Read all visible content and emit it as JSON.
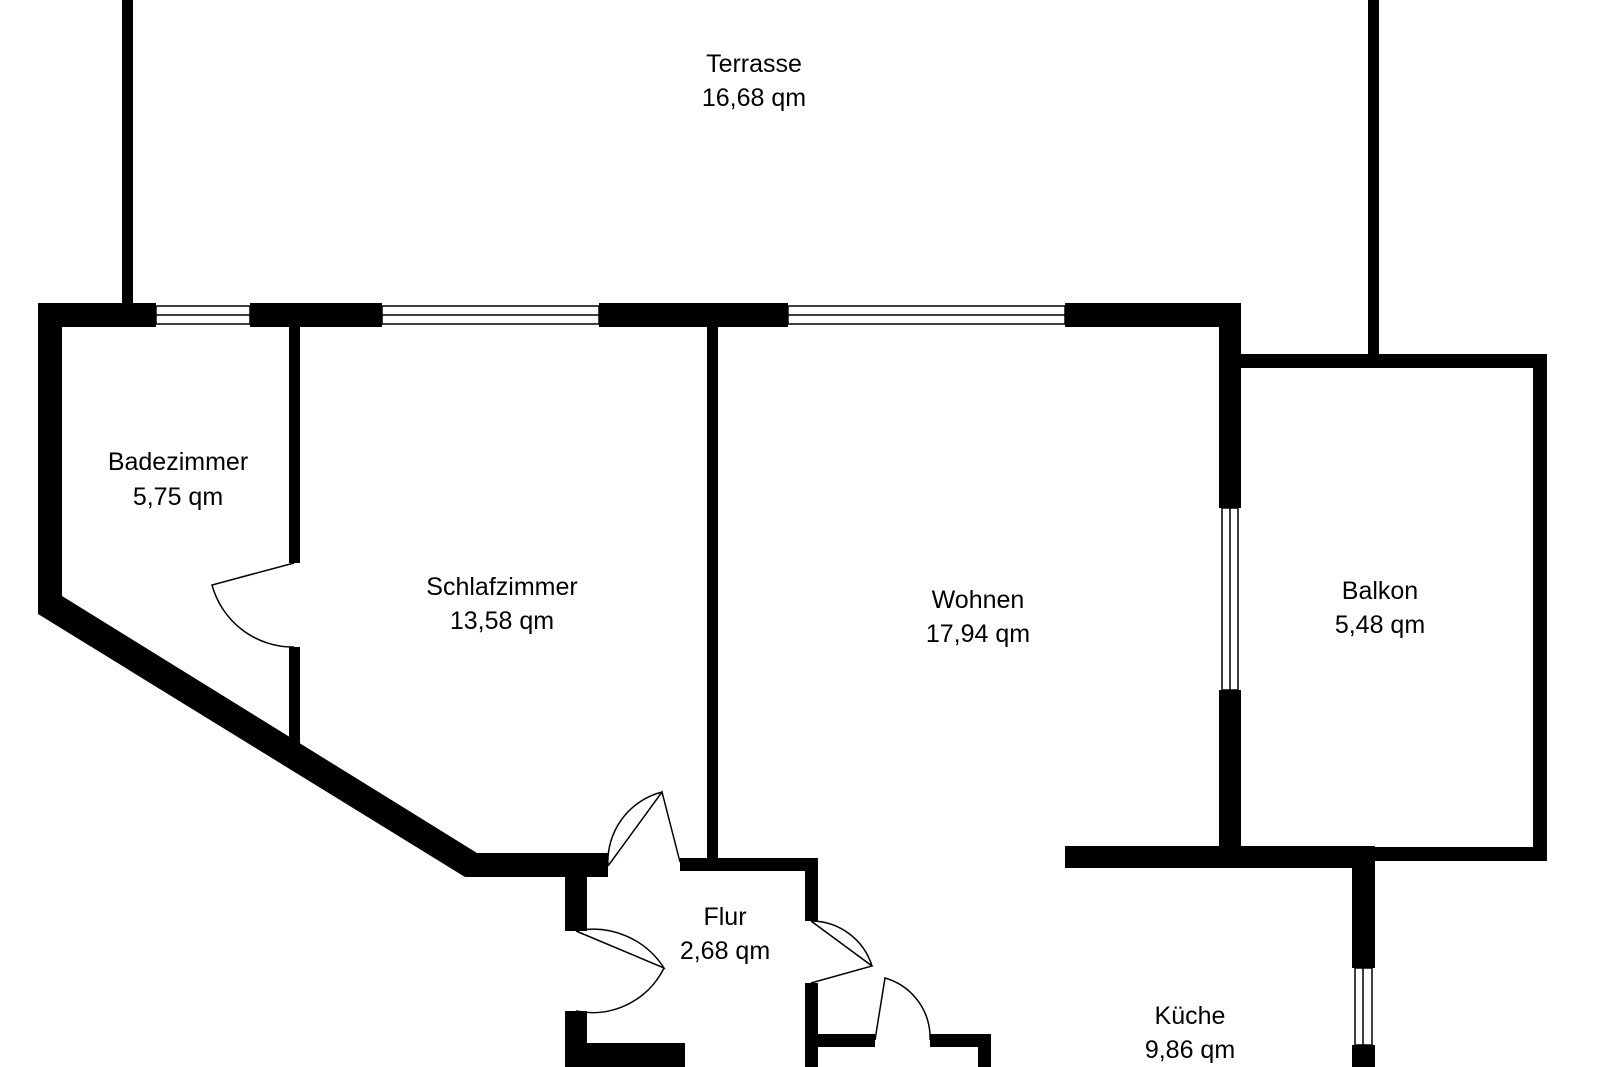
{
  "colors": {
    "wall": "#000000",
    "background": "#ffffff",
    "window_fill": "#ffffff",
    "window_line": "#000000"
  },
  "rooms": {
    "terrasse": {
      "name": "Terrasse",
      "area": "16,68 qm"
    },
    "badezimmer": {
      "name": "Badezimmer",
      "area": "5,75 qm"
    },
    "schlafzimmer": {
      "name": "Schlafzimmer",
      "area": "13,58 qm"
    },
    "wohnen": {
      "name": "Wohnen",
      "area": "17,94 qm"
    },
    "balkon": {
      "name": "Balkon",
      "area": "5,48 qm"
    },
    "flur": {
      "name": "Flur",
      "area": "2,68 qm"
    },
    "kueche": {
      "name": "Küche",
      "area": "9,86 qm"
    }
  }
}
